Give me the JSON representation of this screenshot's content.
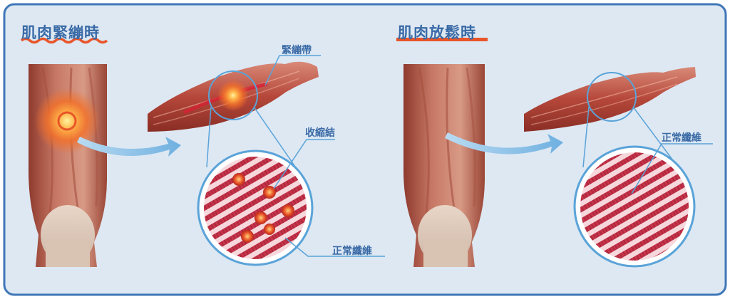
{
  "panels": [
    {
      "title": "肌肉緊繃時",
      "labels": {
        "band": "緊繃帶",
        "knot": "收縮結",
        "normal": "正常纖維"
      }
    },
    {
      "title": "肌肉放鬆時",
      "labels": {
        "normal": "正常纖維"
      }
    }
  ],
  "colors": {
    "frame": "#3f77b8",
    "background": "#dde8f3",
    "label_text": "#3a6aa6",
    "title_underline": "#e8552a",
    "muscle": "#b5473a",
    "fiber": "#c8334a",
    "arrow": "#7ab8e4",
    "trigger_point": "#f28a2e"
  }
}
